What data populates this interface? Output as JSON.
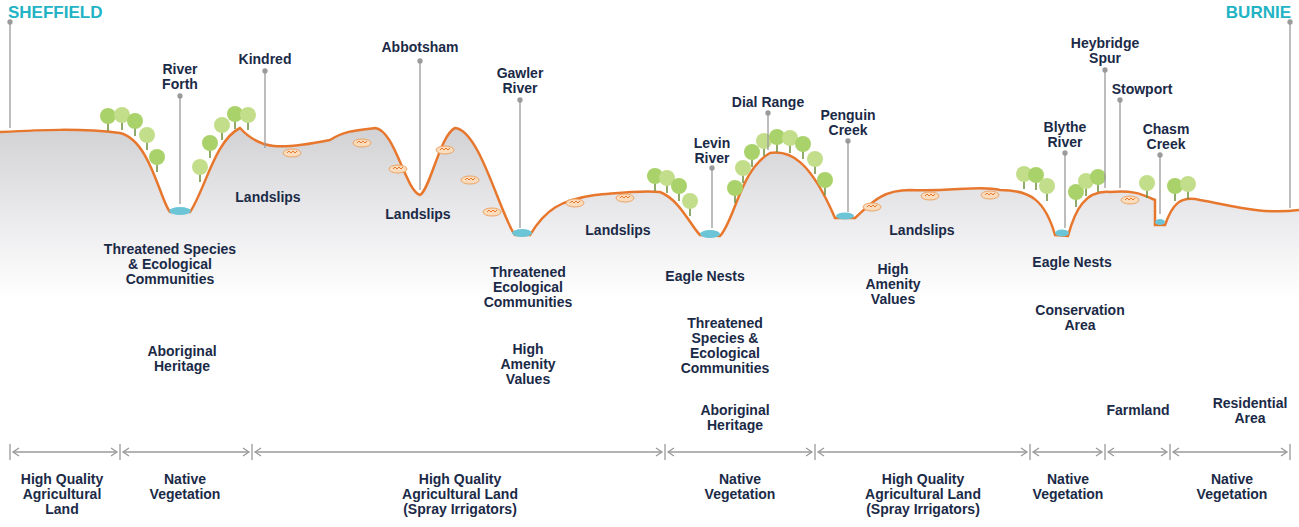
{
  "diagram": {
    "labels": [
      "SHEFFIELD",
      "BURNIE",
      "River Forth",
      "Kindred",
      "Abbotsham",
      "Gawler River",
      "Dial Range",
      "Heybridge Spur",
      "Stowport",
      "Levin River",
      "Penguin Creek",
      "Blythe River",
      "Chasm Creek",
      "Landslips",
      "Landslips",
      "Landslips",
      "Landslips",
      "Threatened Species & Ecological Communities",
      "Aboriginal Heritage",
      "Threatened Ecological Communities",
      "High Amenity Values",
      "Eagle Nests",
      "Threatened Species & Ecological Communities",
      "Aboriginal Heritage",
      "High Amenity Values",
      "Eagle Nests",
      "Conservation Area",
      "Farmland",
      "Residential Area",
      "High Quality Agricultural Land",
      "Native Vegetation",
      "High Quality Agricultural Land (Spray Irrigators)",
      "Native Vegetation",
      "High Quality Agricultural Land (Spray Irrigators)",
      "Native Vegetation",
      "Native Vegetation"
    ]
  }
}
